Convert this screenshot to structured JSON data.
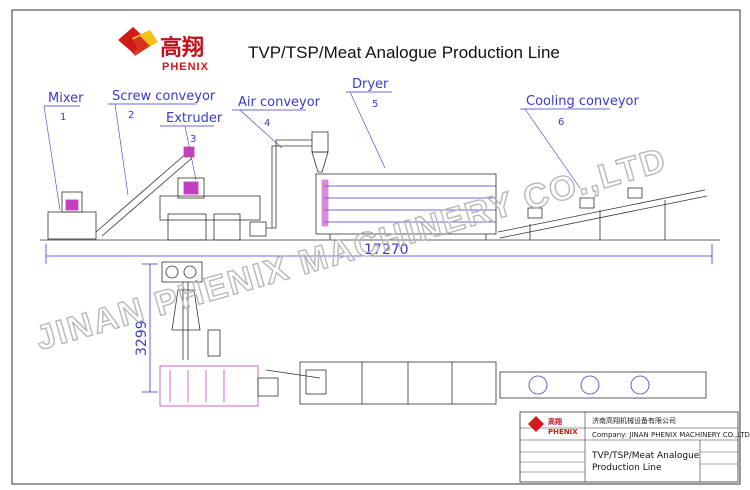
{
  "title": "TVP/TSP/Meat Analogue Production Line",
  "logo": {
    "cn": "高翔",
    "en": "PHENIX",
    "red": "#d11a1a",
    "yellow": "#f2c21b"
  },
  "watermark": "JINAN PHENIX MACHINERY CO.,LTD",
  "components": [
    {
      "label": "Mixer",
      "number": "1"
    },
    {
      "label": "Screw conveyor",
      "number": "2"
    },
    {
      "label": "Extruder",
      "number": "3"
    },
    {
      "label": "Air conveyor",
      "number": "4"
    },
    {
      "label": "Dryer",
      "number": "5"
    },
    {
      "label": "Cooling conveyor",
      "number": "6"
    }
  ],
  "dimensions": {
    "length": "17270",
    "width": "3299"
  },
  "title_block": {
    "cn_company": "济南高翔机械设备有限公司",
    "company": "Company: JINAN PHENIX MACHINERY CO.,LTD",
    "drawing_title_1": "TVP/TSP/Meat Analogue",
    "drawing_title_2": "Production Line",
    "logo_cn": "高翔",
    "logo_en": "PHENIX"
  },
  "colors": {
    "line_blue": "#3a3ad0",
    "magenta": "#c040c0",
    "drawing": "#333333",
    "watermark": "#b8b8b8"
  }
}
